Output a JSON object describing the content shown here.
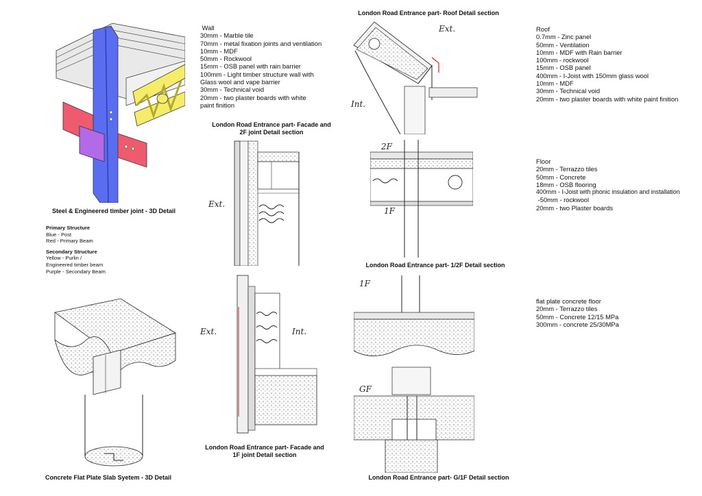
{
  "figures": {
    "joint_3d": {
      "caption": "Steel & Engineered timber joint -  3D Detail"
    },
    "slab_3d": {
      "caption": "Concrete Flat Plate Slab Syetem -  3D Detail"
    },
    "facade_2f": {
      "caption_line1": "London Road  Entrance part- Facade and",
      "caption_line2": "2F joint Detail section",
      "ext_label": "Ext."
    },
    "facade_1f": {
      "caption_line1": "London Road Entrance part- Facade and",
      "caption_line2": "1F  joint Detail section",
      "ext_label": "Ext.",
      "int_label": "Int."
    },
    "roof": {
      "caption": "London Road Entrance part- Roof Detail section",
      "ext_label": "Ext.",
      "int_label": "Int."
    },
    "floor_12f": {
      "caption": "London Road Entrance part- 1/2F Detail section",
      "upper_label": "2F",
      "lower_label": "1F"
    },
    "floor_g1f": {
      "caption": "London Road Entrance part- G/1F Detail section",
      "upper_label": "1F",
      "lower_label": "GF"
    }
  },
  "legend": {
    "primary_heading": "Primary Structure",
    "primary_items": [
      "Blue - Post",
      "Red - Primary Beam"
    ],
    "secondary_heading": "Secondary Structure",
    "secondary_items": [
      "Yellow - Purlin /",
      "Engineered timber beam",
      "Purple - Secondary Beam"
    ]
  },
  "colors": {
    "blue_post": "#5a6cf0",
    "red_beam": "#ee5a6e",
    "yellow_purlin": "#f5ec6a",
    "purple_secondary": "#b26ae8"
  },
  "specs": {
    "wall": [
      " Wall",
      "30mm - Marble tile",
      "70mm - metal fixation joints and ventilation",
      "10mm - MDF",
      "50mm - Rockwool",
      "15mm - OSB panel with rain barrier",
      "100mm - Light timber structure wall with",
      "Glass wool and vape barrier",
      "30mm - Technical void",
      "20mm - two plaster boards with white",
      "paint finition"
    ],
    "roof": [
      "Roof",
      "0.7mm - Zinc panel",
      "50mm - Ventilation",
      "10mm - MDF with Rain barrier",
      "100mm - rockwool",
      "15mm - OSB panel",
      "400mm - I-Joist with 150mm glass wool",
      "10mm - MDF",
      "30mm - Technical void",
      "20mm - two plaster boards with white paint finition"
    ],
    "floor": [
      "Floor",
      "20mm - Terrazzo tiles",
      "50mm - Concrete",
      "18mm - OSB flooring",
      "400mm - I-Joist with phonic insulation and installation",
      " -50mm - rockwool",
      "20mm - two Plaster boards"
    ],
    "slab": [
      "flat plate concrete floor",
      "20mm - Terrazzo tiles",
      "50mm - Concrete 12/15 MPa",
      "300mm - concrete 25/30MPa"
    ]
  }
}
